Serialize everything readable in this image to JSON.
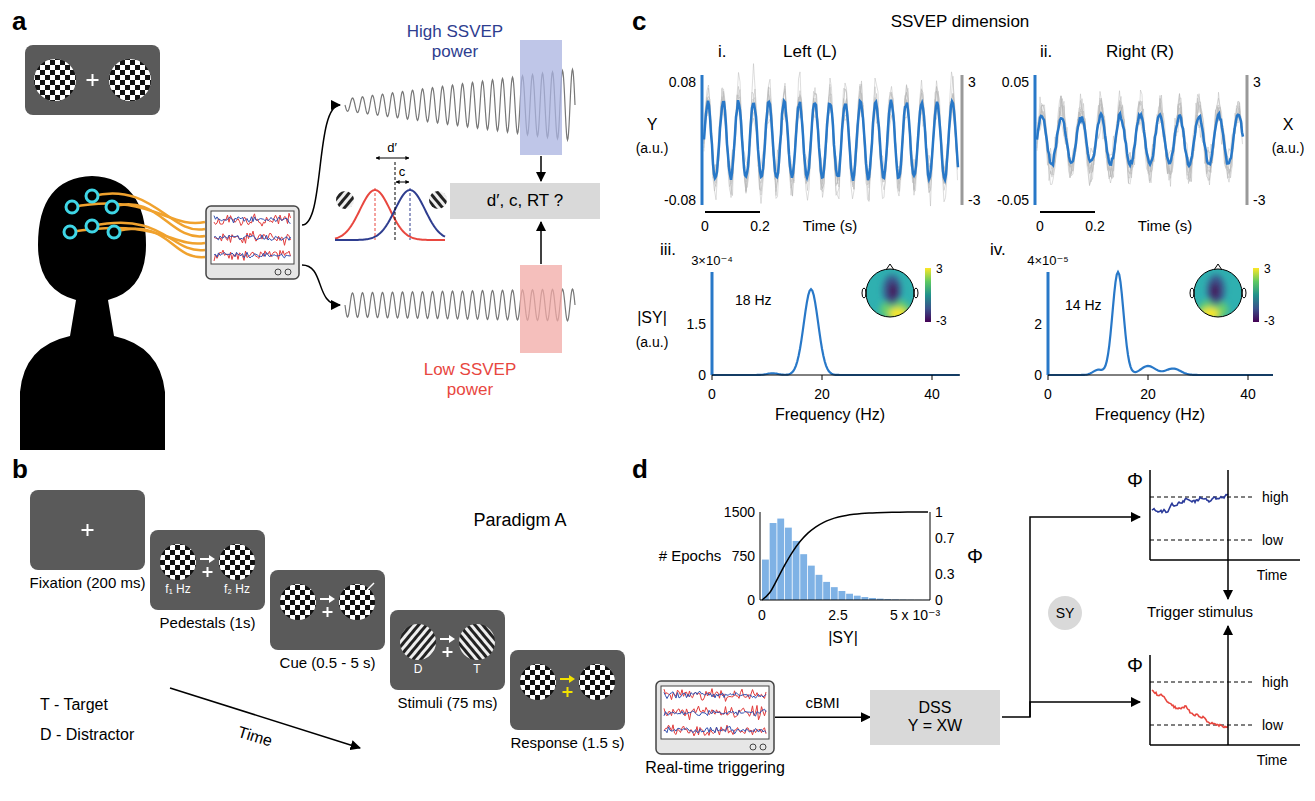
{
  "diagram": {
    "nodes": [
      {
        "text": [
          "d′, c, RT ?"
        ]
      },
      {
        "text": [
          "Fixation (200 ms)"
        ]
      },
      {
        "text": [
          "f₁ Hz",
          "f₂ Hz",
          "Pedestals (1s)"
        ]
      },
      {
        "text": [
          "Cue (0.5 - 5 s)"
        ]
      },
      {
        "text": [
          "D",
          "T",
          "Stimuli (75 ms)"
        ]
      },
      {
        "text": [
          "Response (1.5 s)"
        ]
      },
      {
        "text": [
          "Real-time triggering"
        ]
      },
      {
        "text": [
          "DSS",
          "Y = XW"
        ]
      },
      {
        "text": [
          "SY"
        ]
      }
    ],
    "edges": [
      {
        "from": 6,
        "to": 7,
        "arrow": "to",
        "label": "cBMI"
      }
    ],
    "labels": [
      "a",
      "High SSVEP power",
      "Low SSVEP power",
      "d′",
      "c",
      "b",
      "Paradigm A",
      "T - Target",
      "D - Distractor",
      "Time",
      "c",
      "SSVEP dimension",
      "i.",
      "Left (L)",
      "ii.",
      "Right (R)",
      "Y",
      "(a.u.)",
      "0.08",
      "-0.08",
      "3",
      "-3",
      "0",
      "0.2",
      "Time (s)",
      "0.05",
      "-0.05",
      "3",
      "-3",
      "X",
      "(a.u.)",
      "0",
      "0.2",
      "Time (s)",
      "iii.",
      "3×10⁻⁴",
      "|SY|",
      "(a.u.)",
      "1.5",
      "0",
      "18 Hz",
      "0",
      "20",
      "40",
      "Frequency (Hz)",
      "3",
      "-3",
      "iv.",
      "4×10⁻⁵",
      "2",
      "0",
      "14 Hz",
      "0",
      "20",
      "40",
      "Frequency (Hz)",
      "3",
      "-3",
      "d",
      "# Epochs",
      "1500",
      "750",
      "0",
      "1",
      "0.7",
      "0.3",
      "0",
      "Φ",
      "0",
      "2.5",
      "5 x 10⁻³",
      "|SY|",
      "Φ",
      "high",
      "low",
      "Time",
      "Trigger stimulus",
      "Φ",
      "high",
      "low",
      "Time"
    ]
  }
}
